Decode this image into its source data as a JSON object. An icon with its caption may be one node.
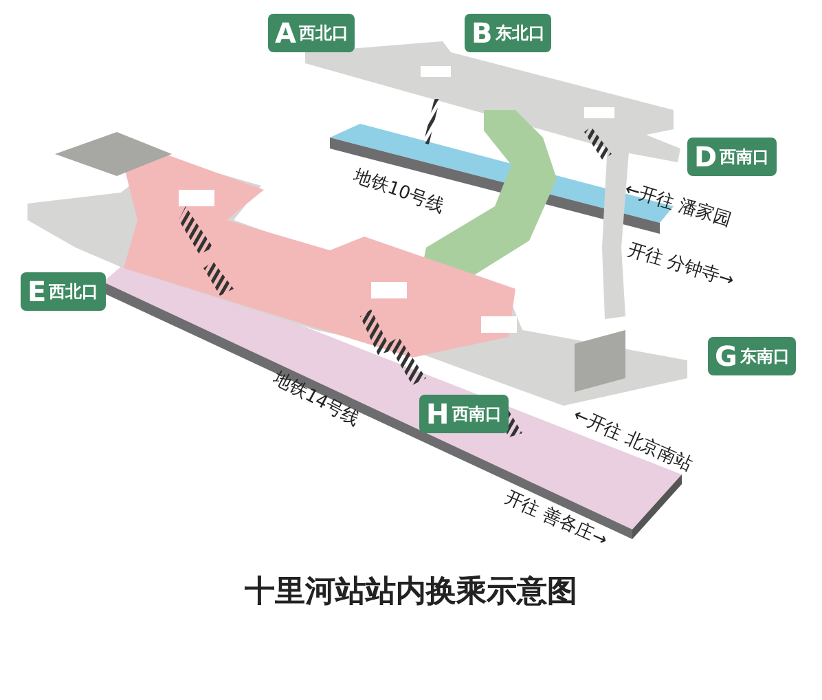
{
  "diagram": {
    "title": "十里河站站内换乘示意图",
    "nodes": [
      {
        "text": [
          "A",
          "西北口"
        ]
      },
      {
        "text": [
          "B",
          "东北口"
        ]
      },
      {
        "text": [
          "D",
          "西南口"
        ]
      },
      {
        "text": [
          "E",
          "西北口"
        ]
      },
      {
        "text": [
          "G",
          "东南口"
        ]
      },
      {
        "text": [
          "H",
          "西南口"
        ]
      }
    ],
    "labels": [
      "地铁10号线",
      "←开往 潘家园",
      "开往 分钟寺→",
      "地铁14号线",
      "←开往 北京南站",
      "开往 善各庄→"
    ]
  }
}
